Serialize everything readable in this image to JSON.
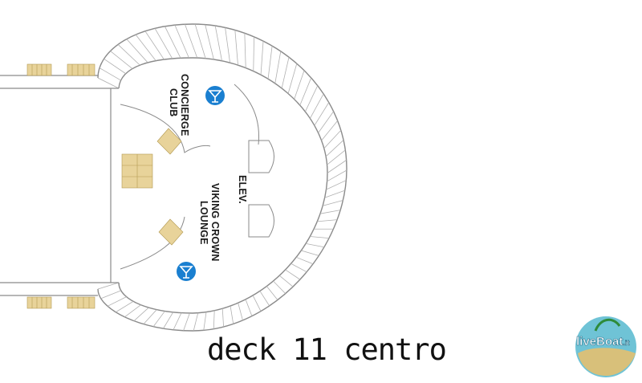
{
  "rooms": {
    "concierge_club": [
      "CONCIERGE",
      "CLUB"
    ],
    "elevator": "ELEV.",
    "viking_crown_lounge": [
      "VIKING CROWN",
      "LOUNGE"
    ]
  },
  "icons": {
    "bar": "cocktail-glass-icon",
    "stairs": "stairs-icon"
  },
  "caption": "deck 11 centro",
  "logo": {
    "part1": "live",
    "part2": "Boat",
    "suffix": ".it"
  },
  "colors": {
    "icon_blue": "#1a7fd0",
    "stairs": "#e8d39a",
    "outline": "#8a8a8a",
    "caption": "#111111"
  }
}
